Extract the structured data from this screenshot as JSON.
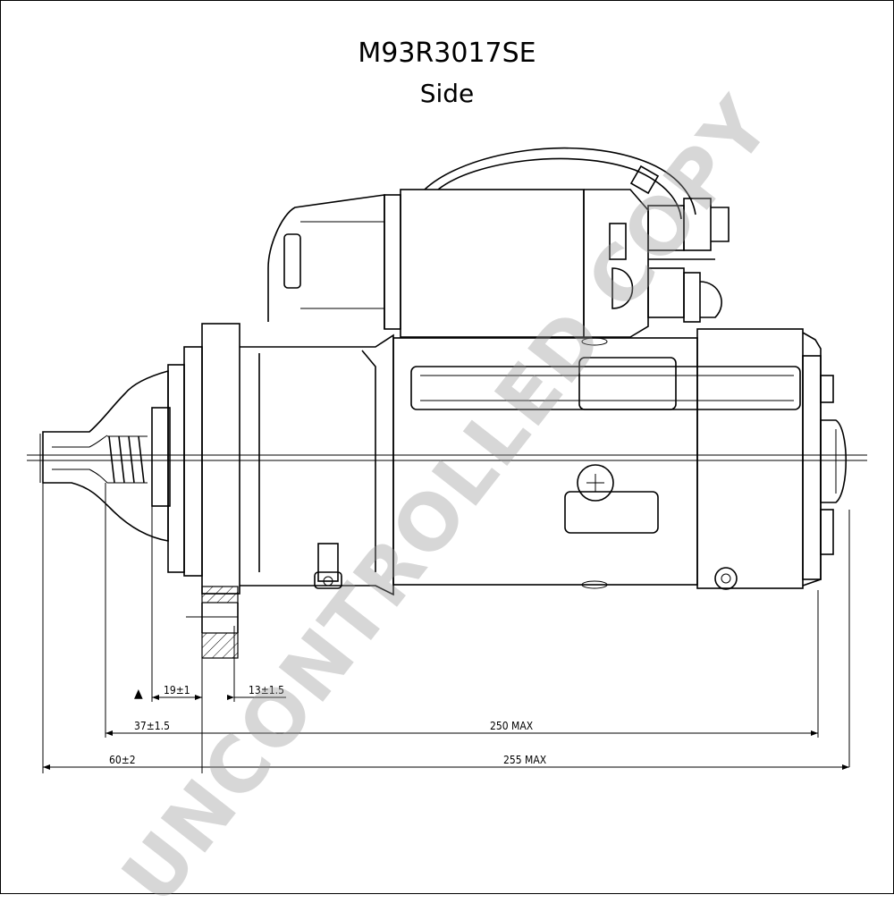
{
  "title": {
    "part_number": "M93R3017SE",
    "view": "Side"
  },
  "dimensions": {
    "d19": "19±1",
    "d13": "13±1.5",
    "d37": "37±1.5",
    "d250": "250  MAX",
    "d60": "60±2",
    "d255": "255  MAX"
  },
  "symbols": {
    "datum_marker": "▲"
  },
  "watermark": "UNCONTROLLED COPY"
}
